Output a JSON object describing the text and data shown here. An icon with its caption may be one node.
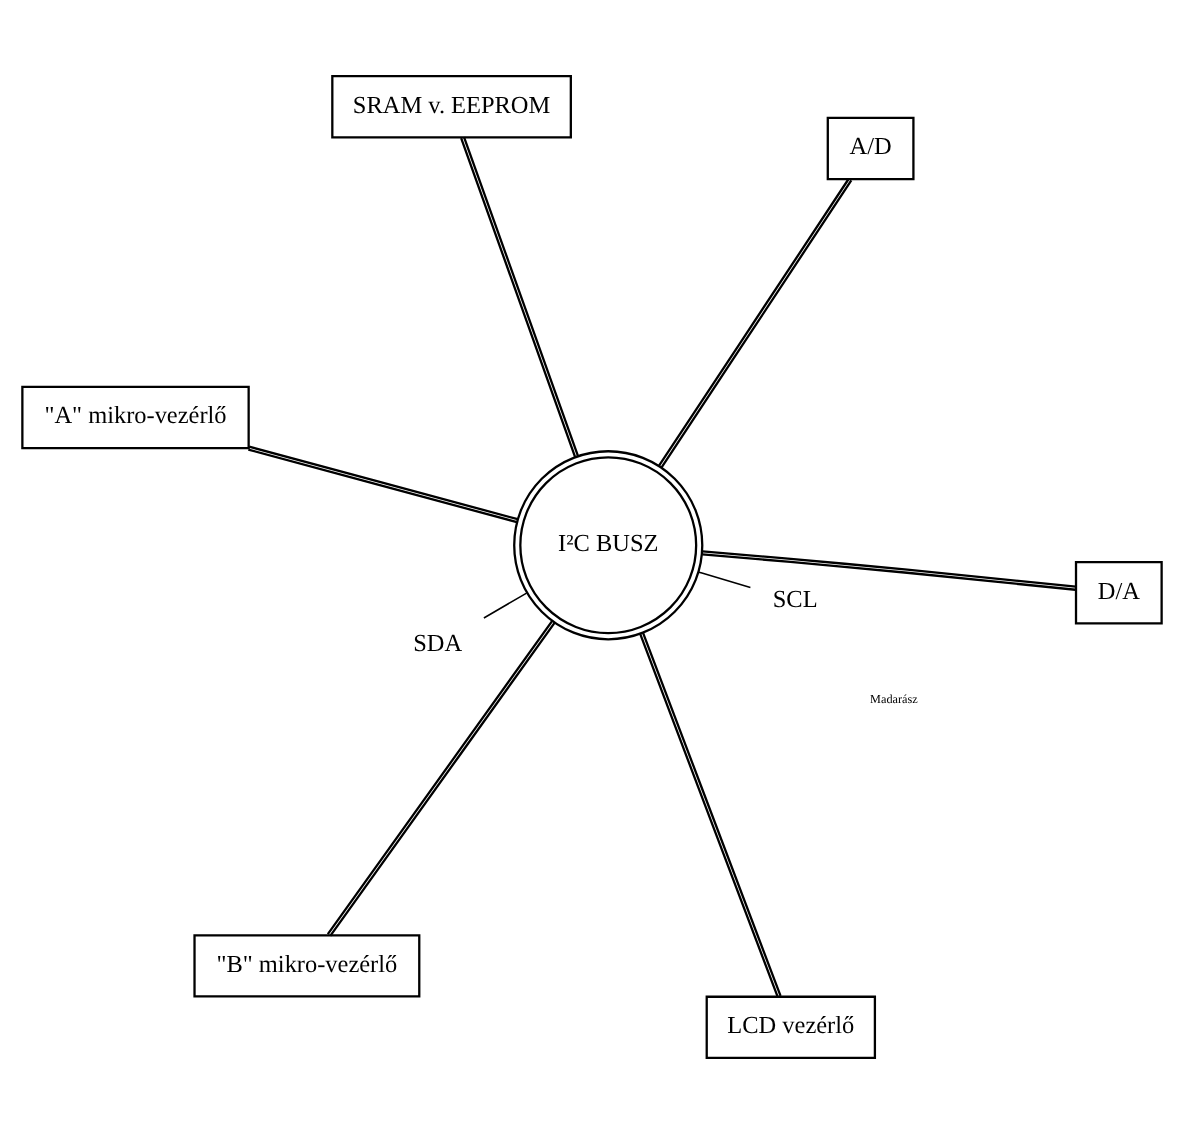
{
  "diagram": {
    "nodes": [
      {
        "text": [
          "\"A\" mikro-vezérlő"
        ]
      },
      {
        "text": [
          "D/A"
        ]
      },
      {
        "text": [
          "LCD vezérlő"
        ]
      },
      {
        "text": [
          "I²C BUSZ"
        ]
      },
      {
        "text": [
          "A/D"
        ]
      },
      {
        "text": [
          "SRAM v. EEPROM"
        ]
      },
      {
        "text": [
          "\"B\" mikro-vezérlő"
        ]
      },
      {
        "text": [
          "SCL"
        ]
      },
      {
        "text": [
          "SDA"
        ]
      }
    ],
    "edges": [
      {
        "from": 0,
        "to": 3,
        "arrow": "none"
      },
      {
        "from": 1,
        "to": 3,
        "arrow": "none"
      },
      {
        "from": 2,
        "to": 3,
        "arrow": "none"
      },
      {
        "from": 4,
        "to": 3,
        "arrow": "none"
      },
      {
        "from": 5,
        "to": 3,
        "arrow": "none"
      },
      {
        "from": 6,
        "to": 3,
        "arrow": "none"
      },
      {
        "from": 7,
        "to": 3,
        "arrow": "none"
      },
      {
        "from": 8,
        "to": 3,
        "arrow": "none"
      }
    ],
    "labels": [
      "Madarász"
    ]
  }
}
